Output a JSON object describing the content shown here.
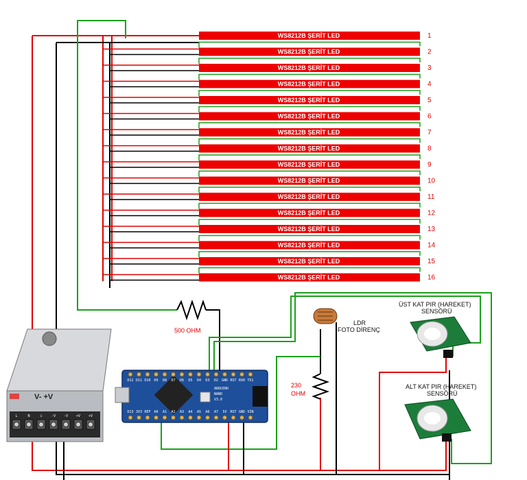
{
  "colors": {
    "vcc_wire": "#e00000",
    "gnd_wire": "#000000",
    "data_wire": "#1aa01a",
    "strip": "#ee0000",
    "arduino_board": "#1e4f9a",
    "psu_body": "#b9bcc0"
  },
  "led_strips": {
    "label": "WS8212B ŞERİT LED",
    "numbers": [
      "1",
      "2",
      "3",
      "4",
      "5",
      "6",
      "7",
      "8",
      "9",
      "10",
      "11",
      "12",
      "13",
      "14",
      "15",
      "16"
    ]
  },
  "resistor_500": {
    "label": "500 OHM"
  },
  "resistor_230": {
    "line1": "230",
    "line2": "OHM"
  },
  "ldr": {
    "line1": "LDR",
    "line2": "FOTO DİRENÇ"
  },
  "pir_upper": {
    "line1": "ÜST KAT PIR (HAREKET)",
    "line2": "SENSÖRÜ"
  },
  "pir_lower": {
    "line1": "ALT KAT PIR (HAREKET)",
    "line2": "SENSÖRÜ"
  },
  "arduino": {
    "top_pins": [
      "D12",
      "D11",
      "D10",
      "D9",
      "D8",
      "D7",
      "D6",
      "D5",
      "D4",
      "D3",
      "D2",
      "GND",
      "RST",
      "RX0",
      "TX1"
    ],
    "bottom_pins": [
      "D13",
      "3V3",
      "REF",
      "A0",
      "A1",
      "A2",
      "A3",
      "A4",
      "A5",
      "A6",
      "A7",
      "5V",
      "RST",
      "GND",
      "VIN"
    ],
    "side_text": [
      "ARDUINO",
      "NANO",
      "V3.0"
    ]
  },
  "psu": {
    "voltage_label": "V- +V",
    "terminal_labels": [
      "L",
      "N",
      "⏚",
      "-V",
      "-V",
      "+V",
      "+V"
    ]
  }
}
